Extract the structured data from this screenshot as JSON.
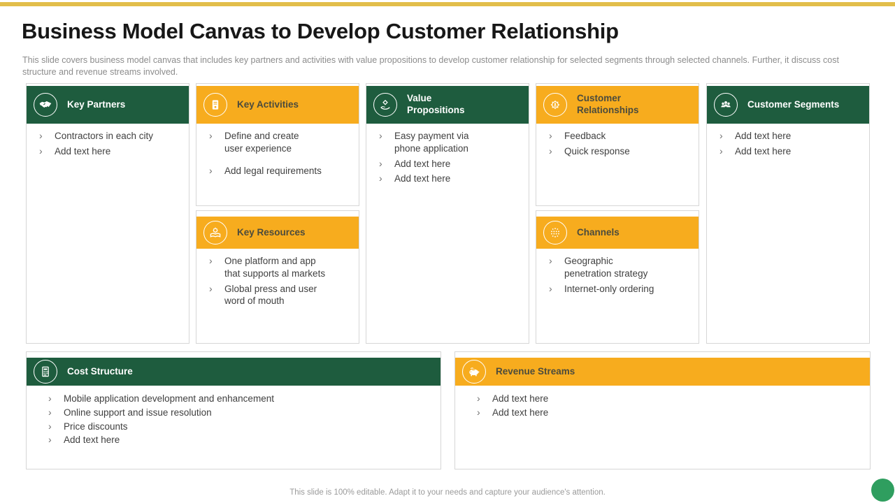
{
  "slide": {
    "title": "Business Model Canvas to Develop Customer Relationship",
    "subtitle": "This slide covers business model canvas that includes key partners and activities with value propositions to develop customer relationship for selected segments through selected channels. Further, it discuss cost structure and revenue streams involved.",
    "footer": "This slide is 100% editable. Adapt it to your needs and capture your audience's attention.",
    "bullet": "›"
  },
  "colors": {
    "green": "#1E5C3E",
    "yellow": "#F7AC1E",
    "top_bar": "#E2BE4B",
    "dot_green": "#2F9E5F"
  },
  "boxes": {
    "key_partners": {
      "title": "Key Partners",
      "icon": "handshake-icon",
      "items": [
        "Contractors in each city",
        "Add text here"
      ]
    },
    "key_activities": {
      "title": "Key Activities",
      "icon": "document-icon",
      "items": [
        "Define and create\nuser experience",
        "Add legal requirements"
      ]
    },
    "key_resources": {
      "title": "Key Resources",
      "icon": "gear-book-icon",
      "items": [
        "One platform and app\nthat supports al markets",
        "Global press and user\nword of mouth"
      ]
    },
    "value_propositions": {
      "title": "Value\nPropositions",
      "icon": "hand-diamond-icon",
      "items": [
        "Easy payment via\nphone application",
        "Add text here",
        "Add text here"
      ]
    },
    "customer_relationships": {
      "title": "Customer\nRelationships",
      "icon": "gear-person-icon",
      "items": [
        "Feedback",
        "Quick response"
      ]
    },
    "channels": {
      "title": "Channels",
      "icon": "globe-dots-icon",
      "items": [
        "Geographic\npenetration strategy",
        "Internet-only ordering"
      ]
    },
    "customer_segments": {
      "title": "Customer Segments",
      "icon": "people-icon",
      "items": [
        "Add text here",
        "Add text here"
      ]
    },
    "cost_structure": {
      "title": "Cost Structure",
      "icon": "calculator-icon",
      "items": [
        "Mobile  application  development  and  enhancement",
        "Online support and issue resolution",
        "Price discounts",
        "Add text here"
      ]
    },
    "revenue_streams": {
      "title": "Revenue Streams",
      "icon": "piggy-bank-icon",
      "items": [
        "Add text here",
        "Add text here"
      ]
    }
  }
}
